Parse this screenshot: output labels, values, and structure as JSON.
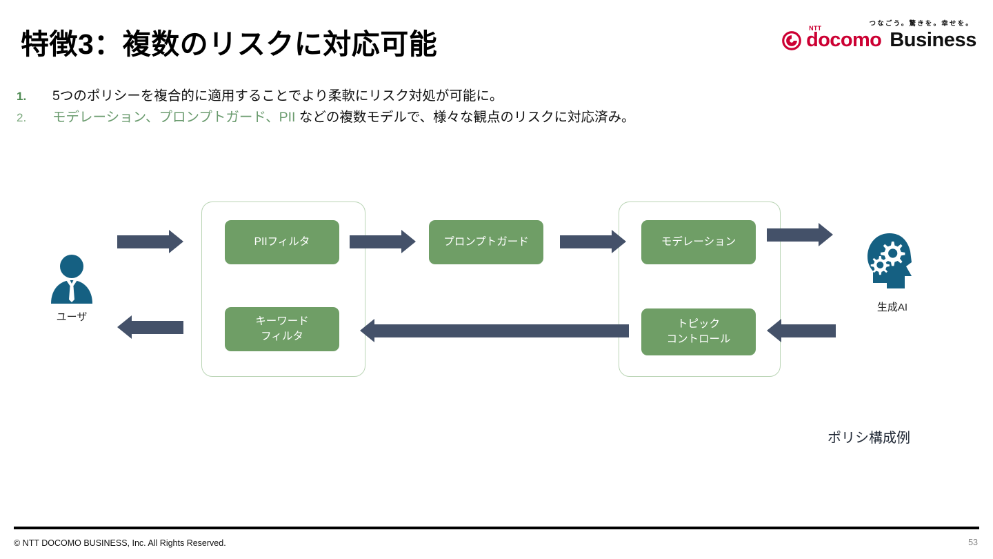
{
  "slide": {
    "title": "特徴3：複数のリスクに対応可能",
    "page_number": "53",
    "caption": "ポリシ構成例"
  },
  "logo": {
    "tagline": "つなごう。驚きを。幸せを。",
    "ntt": "NTT",
    "docomo": "docomo",
    "business": "Business",
    "mark_icon": "docomo-circle-mark-icon",
    "brand_color": "#cc0033"
  },
  "bullets": [
    {
      "number": "1.",
      "text": "5つのポリシーを複合的に適用することでより柔軟にリスク対処が可能に。"
    },
    {
      "number": "2.",
      "green_part": "モデレーション、プロンプトガード、PII",
      "rest": " などの複数モデルで、様々な観点のリスクに対応済み。"
    }
  ],
  "diagram": {
    "endpoints": [
      {
        "label": "ユーザ",
        "icon": "business-person-icon",
        "color": "#156082"
      },
      {
        "label": "生成AI",
        "icon": "head-with-gears-icon",
        "color": "#156082"
      }
    ],
    "groups": [
      {
        "name": "input-policy-group",
        "border_color": "#b9d4b4"
      },
      {
        "name": "output-policy-group",
        "border_color": "#b9d4b4"
      }
    ],
    "nodes": [
      {
        "id": "pii",
        "label": "PIIフィルタ"
      },
      {
        "id": "keyword",
        "label_line1": "キーワード",
        "label_line2": "フィルタ"
      },
      {
        "id": "prompt",
        "label": "プロンプトガード"
      },
      {
        "id": "moderation",
        "label": "モデレーション"
      },
      {
        "id": "topic",
        "label_line1": "トピック",
        "label_line2": "コントロール"
      }
    ],
    "node_color": "#6f9e66",
    "arrow_color": "#445169",
    "arrows": [
      {
        "id": "user-to-pii",
        "direction": "right"
      },
      {
        "id": "pii-to-prompt",
        "direction": "right"
      },
      {
        "id": "prompt-to-moderation",
        "direction": "right"
      },
      {
        "id": "moderation-to-ai",
        "direction": "right"
      },
      {
        "id": "ai-to-topic",
        "direction": "left"
      },
      {
        "id": "topic-to-keyword",
        "direction": "left"
      },
      {
        "id": "keyword-to-user",
        "direction": "left"
      }
    ]
  },
  "footer": {
    "copyright": "© NTT DOCOMO BUSINESS, Inc. All Rights Reserved."
  }
}
